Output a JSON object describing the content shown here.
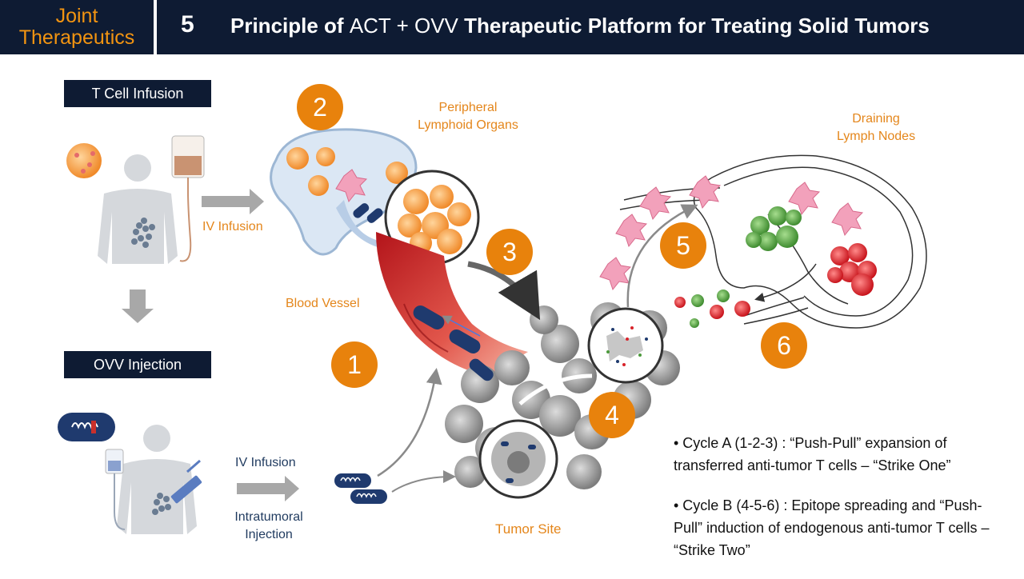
{
  "header": {
    "logo_line1": "Joint",
    "logo_line2": "Therapeutics",
    "slide_number": "5",
    "title_prefix": "Principle of",
    "title_highlight": "ACT + OVV",
    "title_suffix": "Therapeutic Platform for Treating Solid Tumors"
  },
  "labels": {
    "t_cell_infusion": "T Cell Infusion",
    "ovv_injection": "OVV Injection",
    "iv_infusion_top": "IV Infusion",
    "iv_infusion_bottom": "IV Infusion",
    "intratumoral_line1": "Intratumoral",
    "intratumoral_line2": "Injection",
    "peripheral_line1": "Peripheral",
    "peripheral_line2": "Lymphoid Organs",
    "draining_line1": "Draining",
    "draining_line2": "Lymph Nodes",
    "blood_vessel": "Blood Vessel",
    "tumor_site": "Tumor Site"
  },
  "steps": [
    "1",
    "2",
    "3",
    "4",
    "5",
    "6"
  ],
  "bullets": [
    "• Cycle A (1-2-3) : “Push-Pull” expansion of transferred anti-tumor T cells – “Strike One”",
    "• Cycle B (4-5-6) : Epitope spreading and “Push-Pull” induction of endogenous anti-tumor T cells – “Strike Two”"
  ],
  "colors": {
    "navy": "#0e1b33",
    "accent_orange": "#e8820c",
    "label_orange": "#e4861b",
    "vessel_red": "#c9302c",
    "virus_blue": "#1f3a6e",
    "t_cell_orange": "#f5a34a",
    "dc_pink": "#f08aa8",
    "cell_green": "#4c9a3c",
    "cell_red": "#d8232a",
    "tumor_gray": "#9a9a9a"
  }
}
